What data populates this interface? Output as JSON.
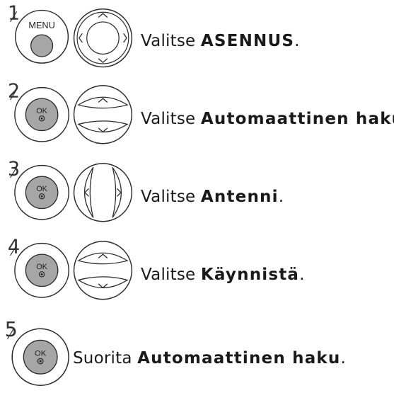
{
  "steps": [
    {
      "number": "1",
      "button": {
        "label": "MENU",
        "icon": "menu-button-icon"
      },
      "nav_pad": "four-way-nav-icon",
      "text": {
        "prefix": "Valitse ",
        "emphasis": "ASENNUS",
        "suffix": "."
      }
    },
    {
      "number": "2",
      "button": {
        "label": "OK",
        "icon": "ok-button-icon"
      },
      "nav_pad": "up-down-nav-icon",
      "text": {
        "prefix": "Valitse ",
        "emphasis": "Automaattinen haku",
        "suffix": "."
      }
    },
    {
      "number": "3",
      "button": {
        "label": "OK",
        "icon": "ok-button-icon"
      },
      "nav_pad": "left-right-nav-icon",
      "text": {
        "prefix": "Valitse ",
        "emphasis": "Antenni",
        "suffix": "."
      }
    },
    {
      "number": "4",
      "button": {
        "label": "OK",
        "icon": "ok-button-icon"
      },
      "nav_pad": "up-down-nav-icon",
      "text": {
        "prefix": "Valitse ",
        "emphasis": "Käynnistä",
        "suffix": "."
      }
    },
    {
      "number": "5",
      "button": {
        "label": "OK",
        "icon": "ok-button-icon"
      },
      "nav_pad": null,
      "text": {
        "prefix": "Suorita ",
        "emphasis": "Automaattinen haku",
        "suffix": "."
      }
    }
  ],
  "colors": {
    "button_gray": "#a6a6a6",
    "outline": "#2b2b2b",
    "text": "#1a1a1a"
  }
}
